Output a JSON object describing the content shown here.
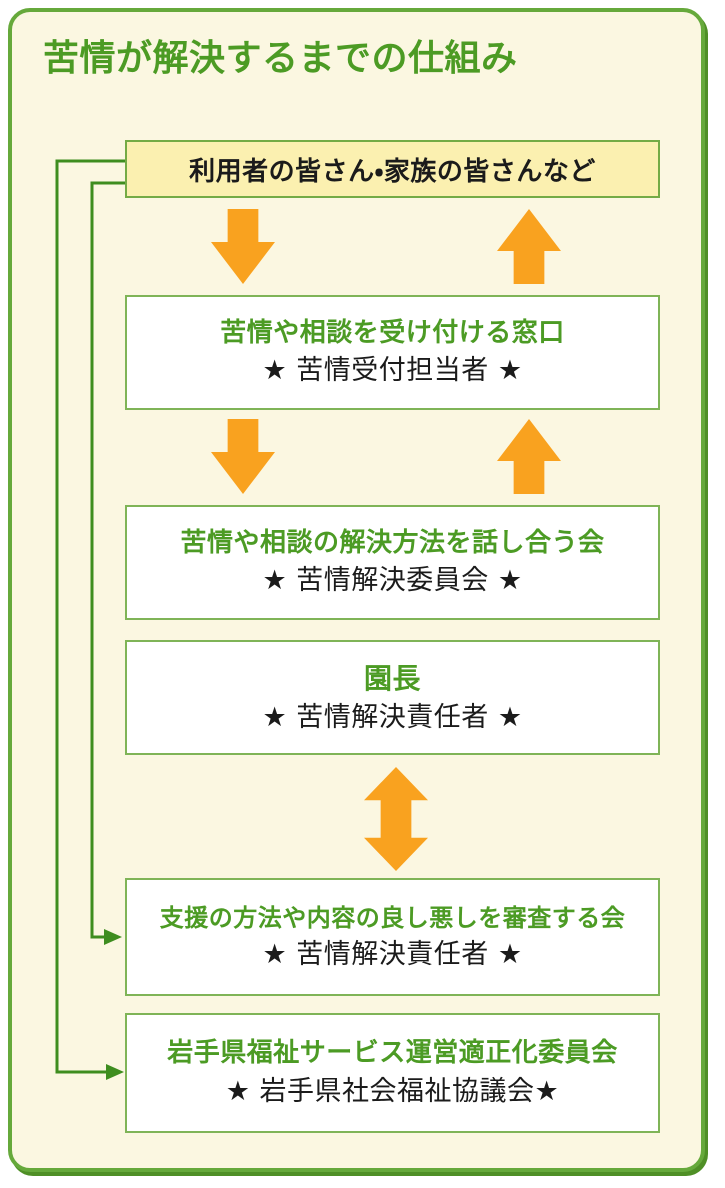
{
  "page": {
    "title": "苦情が解決するまでの仕組み"
  },
  "colors": {
    "accent_green": "#4c9b24",
    "panel_border_green": "#66a93b",
    "connector_green": "#3e8d1f",
    "box_border_green": "#7fb457",
    "arrow_orange": "#f9a21f",
    "panel_cream": "#fbf7e1",
    "source_box_yellow": "#fbf0b0",
    "text_black": "#1b1b1b"
  },
  "flow": {
    "boxes": [
      {
        "id": "users",
        "label": "利用者の皆さん・家族の皆さんなど"
      },
      {
        "id": "reception-desk",
        "heading": "苦情や相談を受け付ける窓口",
        "subheading": "★ 苦情受付担当者 ★"
      },
      {
        "id": "discussion-meeting",
        "heading": "苦情や相談の解決方法を話し合う会",
        "subheading": "★ 苦情解決委員会 ★"
      },
      {
        "id": "director",
        "heading": "園長",
        "subheading": "★ 苦情解決責任者 ★"
      },
      {
        "id": "review-board",
        "heading": "支援の方法や内容の良し悪しを審査する会",
        "subheading": "★ 苦情解決責任者 ★"
      },
      {
        "id": "prefectural-committee",
        "heading": "岩手県福祉サービス運営適正化委員会",
        "subheading": "★ 岩手県社会福祉協議会★"
      }
    ],
    "icons": {
      "down_arrow": "arrow-down",
      "up_arrow": "arrow-up",
      "double_arrow": "arrow-up-down",
      "connector_arrow": "arrow-right"
    }
  }
}
